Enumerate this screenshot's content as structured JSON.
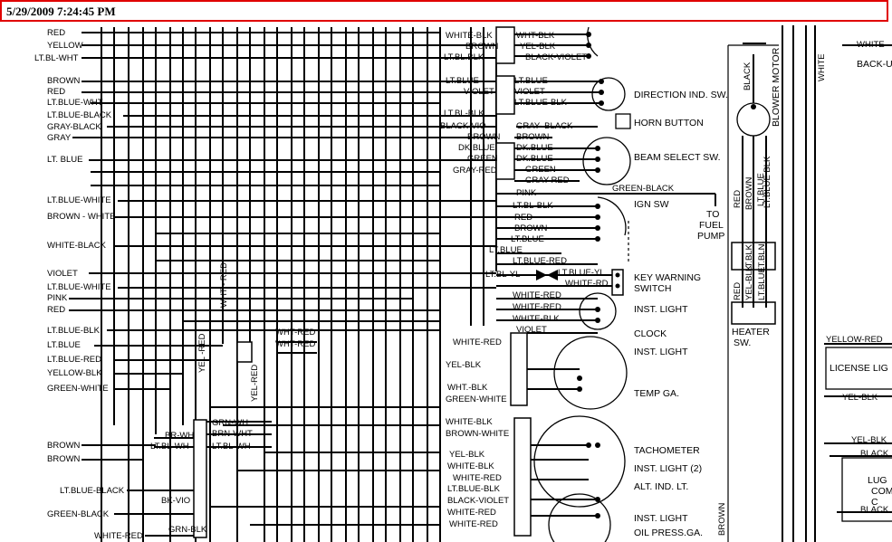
{
  "header": {
    "timestamp": "5/29/2009 7:24:45 PM"
  },
  "left_wires": [
    "RED",
    "YELLOW",
    "LT.BL-WHT",
    "BROWN",
    "RED",
    "LT.BLUE-WHT",
    "LT.BLUE-BLACK",
    "GRAY-BLACK",
    "GRAY",
    "LT. BLUE",
    "LT.BLUE-WHITE",
    "BROWN - WHITE",
    "WHITE-BLACK",
    "VIOLET",
    "LT.BLUE-WHITE",
    "PINK",
    "RED",
    "LT.BLUE-BLK",
    "LT.BLUE",
    "LT.BLUE-RED",
    "YELLOW-BLK",
    "GREEN-WHITE",
    "BROWN",
    "BROWN",
    "LT.BLUE-BLACK",
    "GREEN-BLACK",
    "WHITE-RED"
  ],
  "mid_vertical": [
    "WHT - RED",
    "YEL -RED",
    "YEL-RED"
  ],
  "mid_wires": [
    "WHT-RED",
    "WHT-RED",
    "GRN-WH",
    "BRN-WHT",
    "LT.BL-WH",
    "BR-WH",
    "LT.BL-WH",
    "BK-VIO",
    "GRN-BLK"
  ],
  "center_wires": [
    "WHITE-BLK",
    "BROWN",
    "LT.BL.BLK",
    "LT.BLUE",
    "VIOLET",
    "LT.BL-BLK",
    "BLACK-VIO",
    "BROWN",
    "DK.BLUE",
    "GREEN",
    "GRAY-RED",
    "WHITE-RED",
    "YEL-BLK",
    "WHT.-BLK",
    "GREEN-WHITE",
    "WHITE-BLK",
    "BROWN-WHITE",
    "YEL-BLK",
    "WHITE-BLK",
    "WHITE-RED",
    "LT.BLUE-BLK",
    "BLACK-VIOLET",
    "WHITE-RED",
    "WHITE-RED"
  ],
  "right_wires": [
    "WHT-BLK",
    "YEL-BLK",
    "BLACK-VIOLET",
    "LT.BLUE",
    "VIOLET",
    "LT.BLUE-BLK",
    "GRAY- BLACK",
    "BROWN",
    "DK.BLUE",
    "DK.BLUE",
    "GREEN",
    "GRAY-RED",
    "GREEN-BLACK",
    "PINK",
    "LT.BL-BLK",
    "RED",
    "BROWN",
    "LT.BLUE",
    "LT.BLUE",
    "LT.BLUE-RED",
    "LT.BL-YL",
    "LT.BLUE-YL",
    "WHITE-RD",
    "WHITE-RED",
    "WHITE-RED",
    "WHITE-BLK",
    "VIOLET"
  ],
  "components": {
    "direction": "DIRECTION IND. SW.",
    "horn": "HORN BUTTON",
    "beam": "BEAM SELECT SW.",
    "ign": "IGN SW",
    "fuel": [
      "TO",
      "FUEL",
      "PUMP"
    ],
    "key": [
      "KEY WARNING",
      "SWITCH"
    ],
    "inst_light_1": "INST. LIGHT",
    "clock": "CLOCK",
    "inst_light_2": "INST. LIGHT",
    "temp": "TEMP GA.",
    "tach": "TACHOMETER",
    "inst_light_3": "INST. LIGHT (2)",
    "alt": "ALT. IND. LT.",
    "inst_light_4": "INST. LIGHT",
    "oil": "OIL PRESS.GA.",
    "blower": "BLOWER MOTOR",
    "heater": [
      "HEATER",
      "SW."
    ],
    "license": "LICENSE LIG",
    "back": "BACK-U",
    "lug": [
      "LUG",
      "COM",
      "C"
    ]
  },
  "right_panel": [
    "WHITE",
    "WHITE",
    "BLACK",
    "LT.BLUE BLK",
    "RED",
    "BROWN",
    "LT.BLUE",
    "LT.BLK",
    "LT.BLN",
    "RED",
    "YEL-BLK",
    "LT.BLUE",
    "YELLOW-RED",
    "YEL-BLK",
    "YEL-BLK",
    "BLACK",
    "BLACK",
    "BROWN"
  ]
}
